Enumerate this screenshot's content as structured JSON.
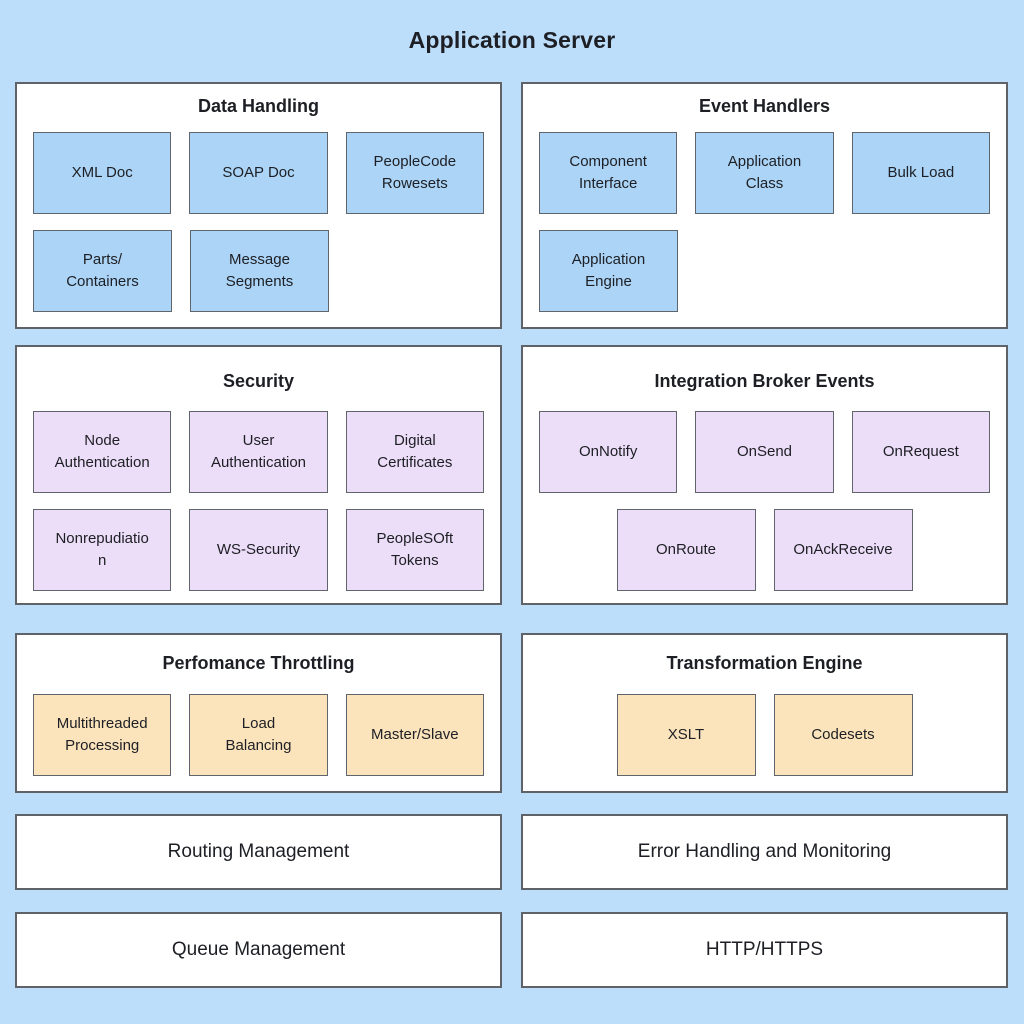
{
  "title": "Application Server",
  "colors": {
    "background": "#bcdefb",
    "panel_fill": "#ffffff",
    "blue_item_fill": "#abd4f7",
    "purple_item_fill": "#ecddf8",
    "orange_item_fill": "#fbe4bc",
    "border": "#5f6368",
    "text": "#1d1f24"
  },
  "sections": [
    {
      "title": "Data Handling",
      "item_color": "blue",
      "items": [
        "XML Doc",
        "SOAP Doc",
        "PeopleCode\nRowesets",
        "Parts/\nContainers",
        "Message\nSegments"
      ]
    },
    {
      "title": "Event Handlers",
      "item_color": "blue",
      "items": [
        "Component\nInterface",
        "Application\nClass",
        "Bulk Load",
        "Application\nEngine"
      ]
    },
    {
      "title": "Security",
      "item_color": "purple",
      "items": [
        "Node\nAuthentication",
        "User\nAuthentication",
        "Digital\nCertificates",
        "Nonrepudiatio\nn",
        "WS-Security",
        "PeopleSOft\nTokens"
      ]
    },
    {
      "title": "Integration Broker Events",
      "item_color": "purple",
      "items": [
        "OnNotify",
        "OnSend",
        "OnRequest",
        "OnRoute",
        "OnAckReceive"
      ]
    },
    {
      "title": "Perfomance Throttling",
      "item_color": "orange",
      "items": [
        "Multithreaded\nProcessing",
        "Load\nBalancing",
        "Master/Slave"
      ]
    },
    {
      "title": "Transformation Engine",
      "item_color": "orange",
      "items": [
        "XSLT",
        "Codesets"
      ]
    }
  ],
  "bars": [
    "Routing Management",
    "Error Handling and Monitoring",
    "Queue Management",
    "HTTP/HTTPS"
  ]
}
